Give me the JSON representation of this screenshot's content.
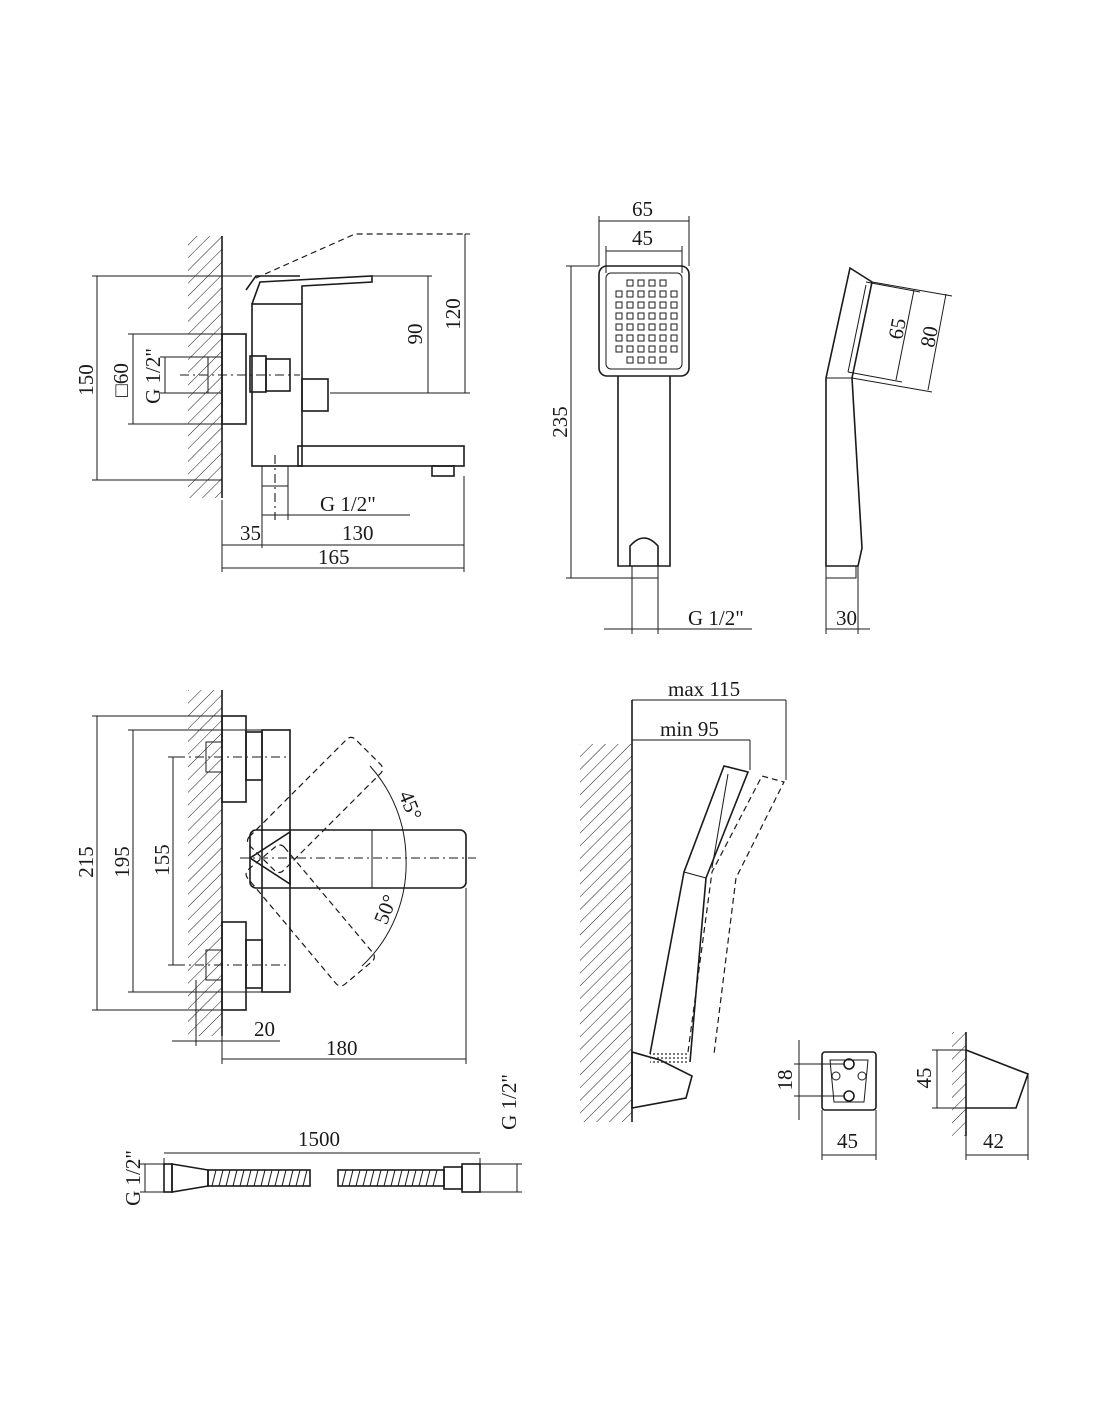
{
  "labels": {
    "faucet_side": {
      "dim_150": "150",
      "dim_sq60": "□60",
      "thread_inlet": "G 1/2\"",
      "dim_90": "90",
      "dim_120": "120",
      "thread_outlet": "G 1/2\"",
      "dim_35": "35",
      "dim_130": "130",
      "dim_165": "165"
    },
    "hand_shower_front": {
      "dim_65": "65",
      "dim_45": "45",
      "dim_235": "235",
      "thread": "G 1/2\""
    },
    "hand_shower_side": {
      "dim_65": "65",
      "dim_80": "80",
      "dim_30": "30"
    },
    "faucet_front": {
      "dim_215": "215",
      "dim_195": "195",
      "dim_155": "155",
      "angle_45": "45°",
      "angle_50": "50°",
      "dim_20": "20",
      "dim_180": "180"
    },
    "holder_mounted": {
      "dim_max": "max 115",
      "dim_min": "min 95"
    },
    "hose": {
      "thread_left": "G 1/2\"",
      "length": "1500",
      "thread_right": "G 1/2\""
    },
    "holder_front": {
      "dim_18": "18",
      "dim_45": "45"
    },
    "holder_side": {
      "dim_45": "45",
      "dim_42": "42"
    }
  }
}
